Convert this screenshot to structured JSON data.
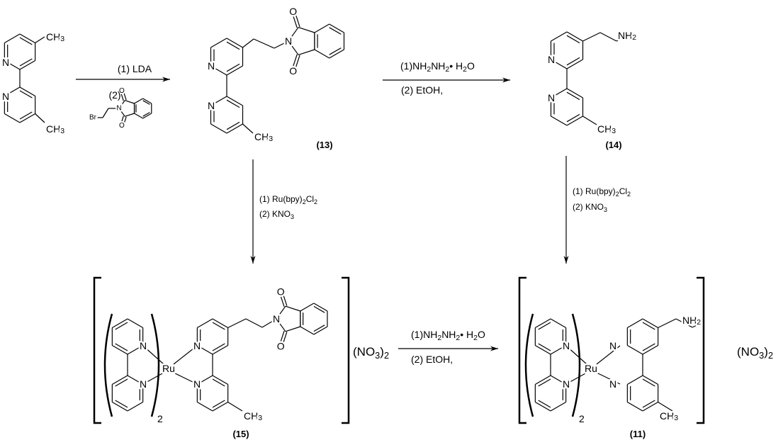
{
  "atoms": {
    "N": "N",
    "O": "O",
    "Br": "Br",
    "Ru": "Ru",
    "CH3": "CH3",
    "NH2": "NH2"
  },
  "reactions": {
    "step1_reagent1": "(1) LDA",
    "step1_reagent2": "(2)",
    "step2_reagent1": "(1)NH2NH2• H2O",
    "step2_reagent2": "(2) EtOH,",
    "complexation_reagent1": "(1) Ru(bpy)2Cl2",
    "complexation_reagent2": "(2) KNO3",
    "step4_reagent1": "(1)NH2NH2• H2O",
    "step4_reagent2": "(2) EtOH,"
  },
  "counterion": "(NO3)2",
  "paren_subscript": "2",
  "compound_labels": {
    "c13": "(13)",
    "c14": "(14)",
    "c15": "(15)",
    "c11": "(11)"
  }
}
